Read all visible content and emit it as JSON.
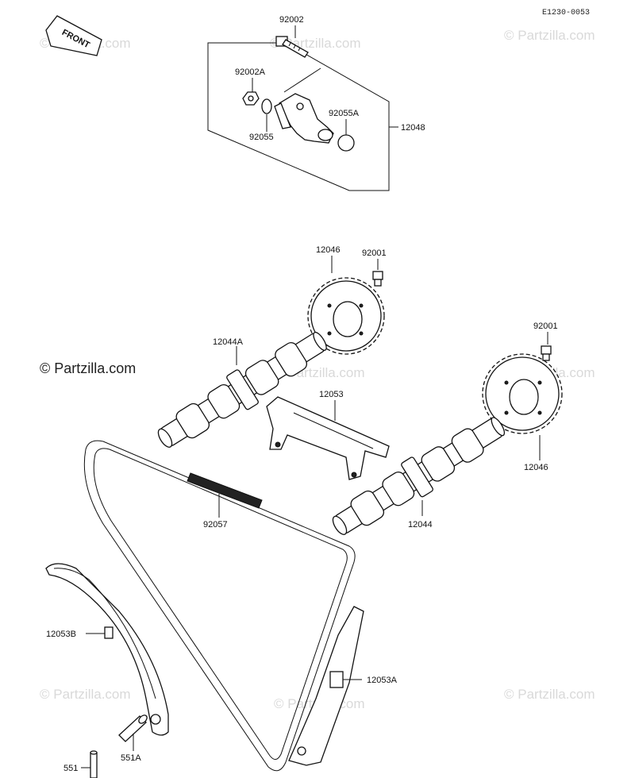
{
  "diagram_code": "E1230-0053",
  "front_label": "FRONT",
  "watermark": "Partzilla.com",
  "watermark_main": "© Partzilla.com",
  "labels": {
    "p92002": "92002",
    "p92002A": "92002A",
    "p92055": "92055",
    "p92055A": "92055A",
    "p12048": "12048",
    "p12046_top": "12046",
    "p92001_top": "92001",
    "p12044A": "12044A",
    "p92001_right": "92001",
    "p12053": "12053",
    "p12046_right": "12046",
    "p92057": "92057",
    "p12044": "12044",
    "p12053B": "12053B",
    "p12053A": "12053A",
    "p551A": "551A",
    "p551": "551"
  }
}
